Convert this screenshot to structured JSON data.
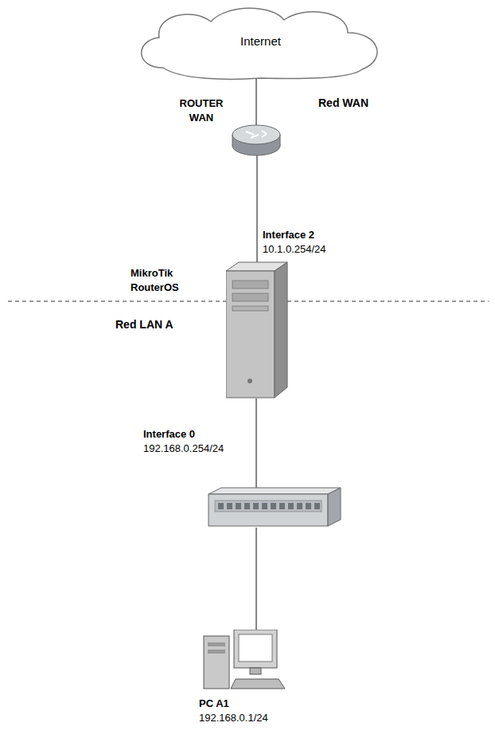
{
  "diagram": {
    "nodes": [
      {
        "text": [
          "Internet"
        ]
      },
      {
        "text": [
          "ROUTER WAN"
        ]
      },
      {
        "text": [
          "MikroTik RouterOS"
        ]
      },
      {
        "text": [
          "PC A1",
          "192.168.0.1/24"
        ]
      }
    ],
    "edges": [
      {
        "from": 0,
        "to": 1,
        "arrow": "none"
      },
      {
        "from": 1,
        "to": 2,
        "arrow": "none"
      }
    ],
    "labels": [
      "Red WAN",
      "Interface 2",
      "10.1.0.254/24",
      "Red LAN A",
      "Interface 0",
      "192.168.0.254/24"
    ]
  }
}
